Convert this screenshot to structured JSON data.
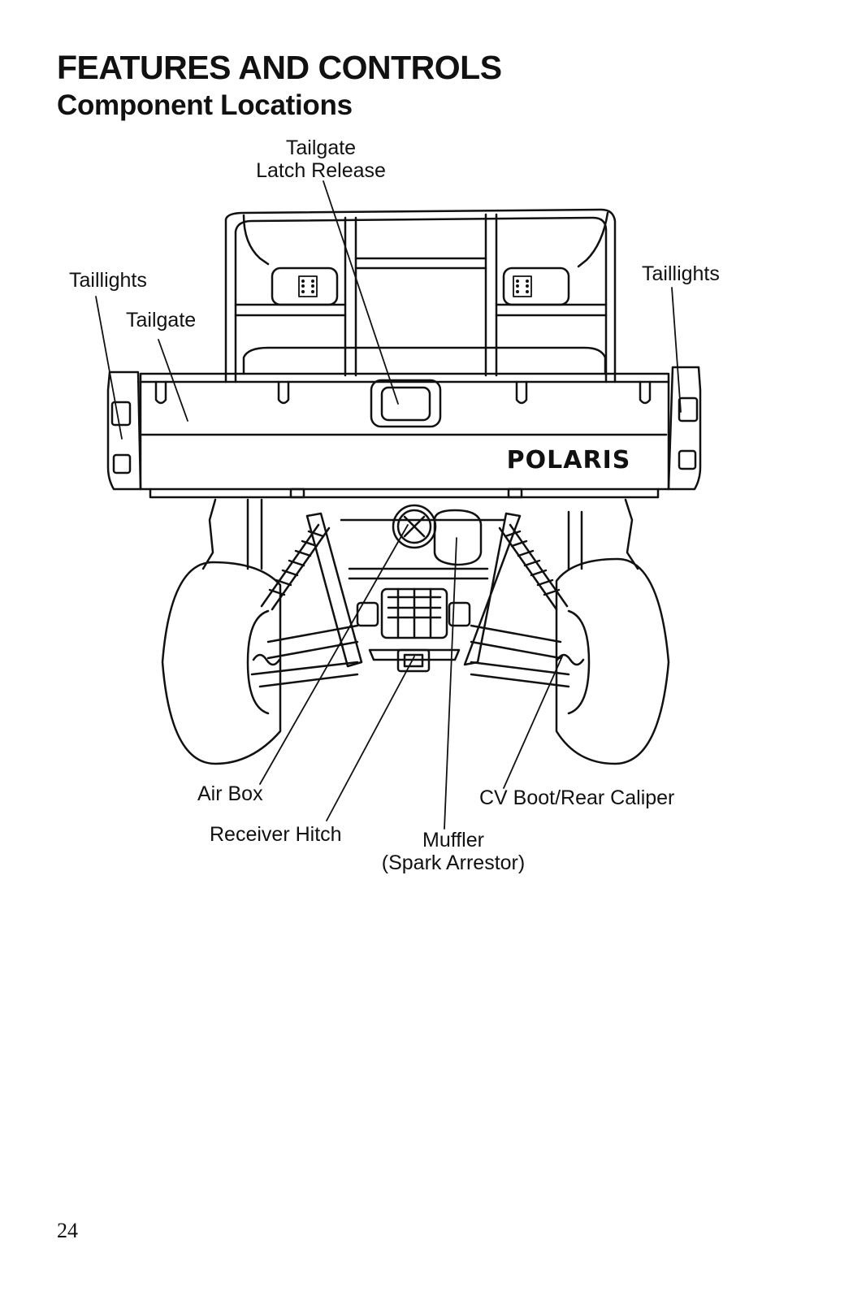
{
  "page": {
    "title": "FEATURES AND CONTROLS",
    "subtitle": "Component Locations",
    "page_number": "24"
  },
  "figure": {
    "logo_text": "POLARIS",
    "callouts": {
      "tailgate_latch_line1": "Tailgate",
      "tailgate_latch_line2": "Latch Release",
      "taillights_left": "Taillights",
      "tailgate": "Tailgate",
      "taillights_right": "Taillights",
      "air_box": "Air Box",
      "receiver_hitch": "Receiver Hitch",
      "muffler_line1": "Muffler",
      "muffler_line2": "(Spark Arrestor)",
      "cv_boot": "CV Boot/Rear Caliper"
    },
    "colors": {
      "ink": "#111111",
      "paper": "#ffffff"
    }
  }
}
